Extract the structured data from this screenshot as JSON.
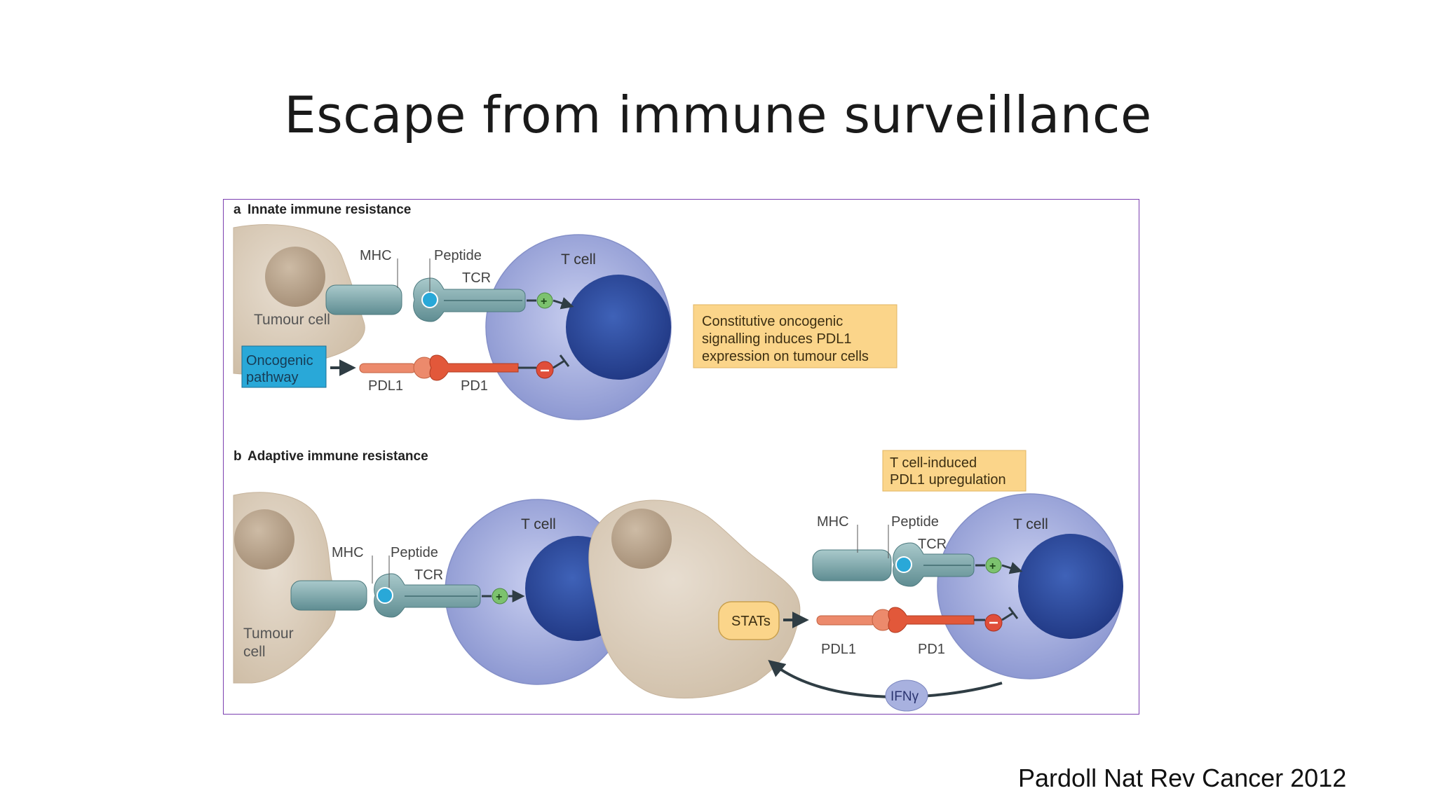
{
  "slide": {
    "title": "Escape from immune surveillance",
    "citation": "Pardoll Nat Rev Cancer 2012"
  },
  "panel_a": {
    "letter": "a",
    "heading": "Innate immune resistance",
    "tumour_label": "Tumour cell",
    "pathway_label_1": "Oncogenic",
    "pathway_label_2": "pathway",
    "mhc": "MHC",
    "peptide": "Peptide",
    "tcr": "TCR",
    "tcell": "T cell",
    "pdl1": "PDL1",
    "pd1": "PD1",
    "note_1": "Constitutive oncogenic",
    "note_2": "signalling induces PDL1",
    "note_3": "expression on tumour cells"
  },
  "panel_b": {
    "letter": "b",
    "heading": "Adaptive immune resistance",
    "tumour_label_1": "Tumour",
    "tumour_label_2": "cell",
    "mhc": "MHC",
    "peptide": "Peptide",
    "tcr": "TCR",
    "tcell": "T cell",
    "mhc_2": "MHC",
    "peptide_2": "Peptide",
    "tcr_2": "TCR",
    "tcell_2": "T cell",
    "stats": "STATs",
    "pdl1": "PDL1",
    "pd1": "PD1",
    "ifng": "IFNγ",
    "note_1": "T cell-induced",
    "note_2": "PDL1 upregulation"
  },
  "colors": {
    "tumour": "#d9cbb8",
    "nucleus": "#b9a48c",
    "tcell_outer": "#a8b1df",
    "tcell_inner": "#2f4fa0",
    "receptor": "#7fa9ad",
    "pdl1_bar": "#ec8a6c",
    "pd1_head": "#e2583a",
    "note_bg": "#fbd58a",
    "pathway_bg": "#29a8d8",
    "plus": "#7cc26e",
    "minus": "#e04e3a",
    "frame": "#7b3fb0"
  }
}
